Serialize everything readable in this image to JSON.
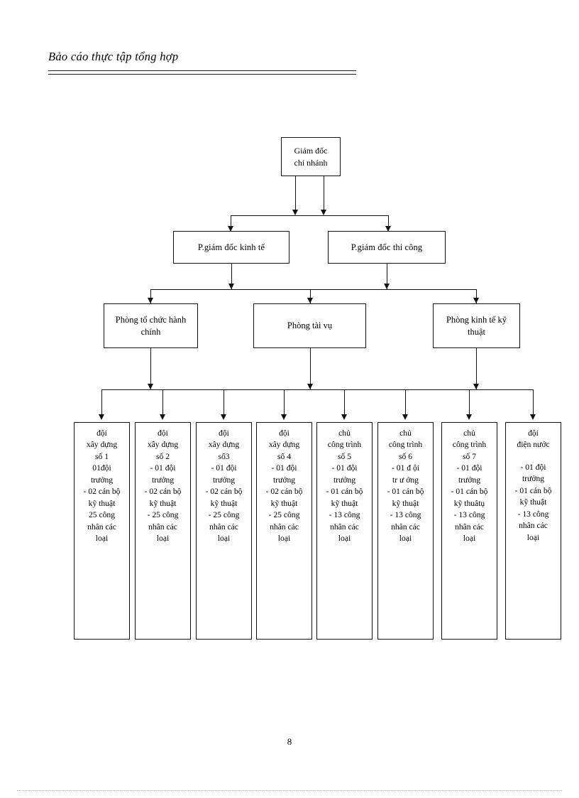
{
  "document": {
    "header_title": "Bảo cáo thực tập tổng hợp",
    "page_number": "8"
  },
  "org_chart": {
    "level1": {
      "lines": [
        "Giám đốc",
        "chi nhánh"
      ]
    },
    "level2": [
      {
        "label": "P.giám đốc kinh tế"
      },
      {
        "label": "P.giám đốc thi công"
      }
    ],
    "level3": [
      {
        "lines": [
          "Phòng tổ chức hành",
          "chính"
        ]
      },
      {
        "lines": [
          "Phòng tài vụ"
        ]
      },
      {
        "lines": [
          "Phòng kinh tế kỹ",
          "thuật"
        ]
      }
    ],
    "level4": [
      {
        "lines": [
          "đội",
          "xây dựng",
          "số 1",
          "01đội",
          "trưởng",
          "- 02 cán bộ",
          "kỹ thuật",
          "25 công",
          "nhân các",
          "loại"
        ]
      },
      {
        "lines": [
          "đội",
          "xây dựng",
          "số 2",
          "- 01 đội",
          "trưởng",
          "- 02 cán bộ",
          "kỹ thuật",
          "- 25 công",
          "nhân các",
          "loại"
        ]
      },
      {
        "lines": [
          "đội",
          "xây dựng",
          "số3",
          "- 01 đội",
          "trưởng",
          "- 02 cán bộ",
          "kỹ thuật",
          "- 25 công",
          "nhân các",
          "loại"
        ]
      },
      {
        "lines": [
          "đội",
          "xây dựng",
          "số 4",
          "- 01 đội",
          "trưởng",
          "- 02 cán bộ",
          "kỹ thuật",
          "- 25 công",
          "nhân các",
          "loại"
        ]
      },
      {
        "lines": [
          "chủ",
          "công trình",
          "số  5",
          "- 01 đội",
          "trưởng",
          "- 01 cán bộ",
          "kỹ thuật",
          "- 13 công",
          "nhân các",
          "loại"
        ]
      },
      {
        "lines": [
          "chủ",
          "công trình",
          "số 6",
          "- 01 đ ội",
          "tr ư ởng",
          "- 01 cán bộ",
          "kỹ thuật",
          "- 13 công",
          "nhân các",
          "loại"
        ]
      },
      {
        "lines": [
          "chủ",
          "công trình",
          "số 7",
          "- 01 đội",
          "trưởng",
          "- 01 cán bộ",
          "kỹ thuâtụ",
          "- 13 công",
          "nhân các",
          "loại"
        ]
      },
      {
        "lines": [
          "đội",
          "điện nước",
          "",
          "- 01 đội",
          "trưởng",
          "- 01 cán bộ",
          "kỹ thuật",
          "- 13 công",
          "nhân các",
          "loại"
        ]
      }
    ]
  }
}
